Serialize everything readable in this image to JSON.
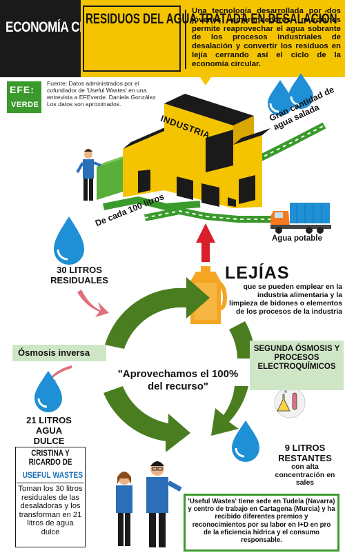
{
  "header": {
    "section": "ECONOMÍA CIRCULAR",
    "title": "RESIDUOS DEL AGUA TRATADA EN DESALACIÓN",
    "description": "Una tecnología desarrollada por dos jóvenes emprendedores murcianos permite reaprovechar el agua sobrante de los procesos industriales de desalación y convertir los residuos en lejía cerrando así el ciclo de la economía circular."
  },
  "brand": {
    "logo_top": "EFE:",
    "logo_bottom": "VERDE",
    "source": "Fuente: Datos administrados por el cofundador de 'Useful Wastes' en una entrevista a EFEverde. Daniela González Los datos son aproximados."
  },
  "illustration": {
    "industria": "INDUSTRIA",
    "salt_water": "Gran cantidad de agua salada",
    "per_100": "De cada 100 litros",
    "drinking_water": "Agua potable"
  },
  "cycle": {
    "residual": "30 LITROS RESIDUALES",
    "osmosis": "Ósmosis inversa",
    "fresh": "21 LITROS AGUA DULCE",
    "remaining": "9 LITROS RESTANTES",
    "remaining_sub": "con alta concentración en sales",
    "second": "SEGUNDA ÓSMOSIS Y PROCESOS ELECTROQUÍMICOS",
    "bleach": "LEJÍAS",
    "bleach_desc": "que se pueden emplear en la industria alimentaria y la limpieza de bidones o elementos de los procesos de la industria",
    "quote": "\"Aprovechamos el 100% del recurso\""
  },
  "founders": {
    "names": "CRISTINA Y RICARDO DE",
    "company": "USEFUL WASTES",
    "desc": "Toman los 30 litros residuales de las desaladoras y los transforman en 21 litros de agua dulce"
  },
  "footer": {
    "desc": "'Useful Wastes' tiene sede en Tudela (Navarra) y centro de trabajo en Cartagena (Murcia) y ha recibido diferentes premios y reconocimientos por su labor en I+D en pro de la eficiencia hídrica y el consumo responsable."
  },
  "colors": {
    "yellow": "#f5c400",
    "green": "#3a9a2c",
    "light_green": "#cfe6c6",
    "drop_blue": "#1f8fd6",
    "arrow_pink": "#e0707e",
    "arrow_red": "#d81f2a",
    "dark": "#1a1a1a",
    "bottle": "#f4a623"
  }
}
